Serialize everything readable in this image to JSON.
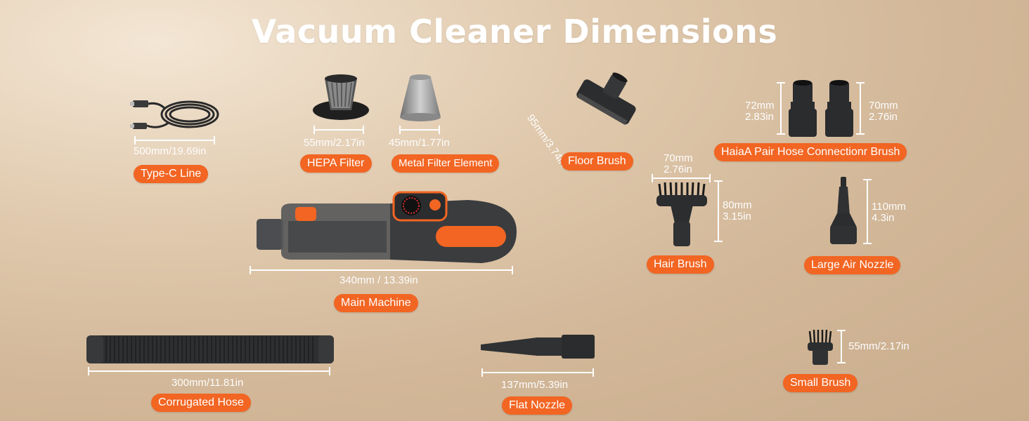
{
  "title": "Vacuum Cleaner Dimensions",
  "items": {
    "type_c": {
      "label": "Type-C Line",
      "dim": "500mm/19.69in"
    },
    "hepa": {
      "label": "HEPA Filter",
      "dim": "55mm/2.17in"
    },
    "metal_filter": {
      "label": "Metal Filter Element",
      "dim": "45mm/1.77in"
    },
    "floor_brush": {
      "label": "Floor Brush",
      "dim": "95mm/3.74in"
    },
    "hose_conn": {
      "label": "HaiaA Pair Hose Connectionr Brush",
      "dim_left_1": "72mm",
      "dim_left_2": "2.83in",
      "dim_right_1": "70mm",
      "dim_right_2": "2.76in"
    },
    "hair_brush": {
      "label": "Hair Brush",
      "dim_w1": "70mm",
      "dim_w2": "2.76in",
      "dim_h1": "80mm",
      "dim_h2": "3.15in"
    },
    "large_air": {
      "label": "Large Air Nozzle",
      "dim1": "110mm",
      "dim2": "4.3in"
    },
    "main": {
      "label": "Main Machine",
      "dim": "340mm / 13.39in"
    },
    "hose": {
      "label": "Corrugated Hose",
      "dim": "300mm/11.81in"
    },
    "flat": {
      "label": "Flat Nozzle",
      "dim": "137mm/5.39in"
    },
    "small": {
      "label": "Small Brush",
      "dim": "55mm/2.17in"
    }
  },
  "colors": {
    "accent": "#f26522",
    "product": "#2f3133",
    "background": "#d8bf9f"
  }
}
